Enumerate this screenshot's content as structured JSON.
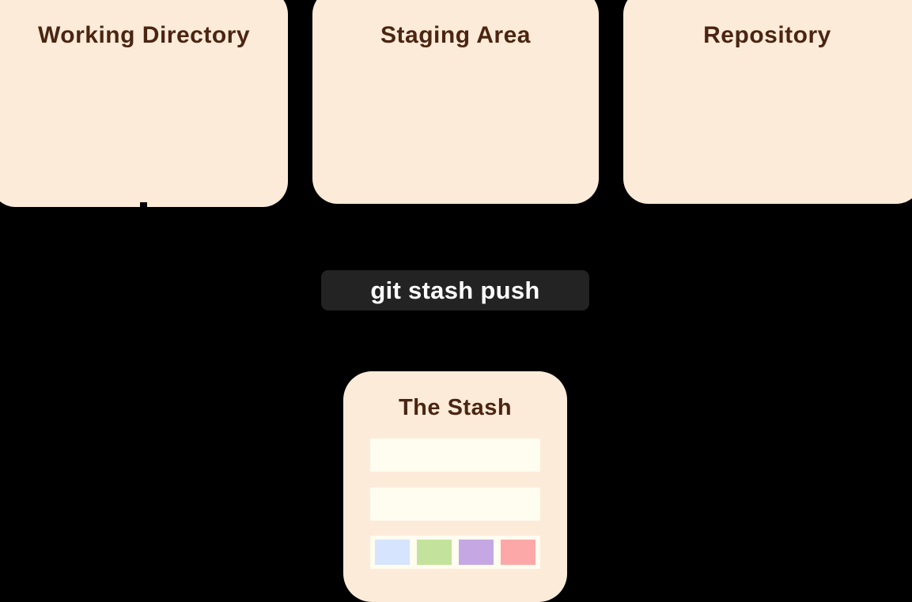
{
  "diagram": {
    "title_color": "#4A2511",
    "zone_fill": "#FDEBD9",
    "background": "#000000",
    "zones": [
      {
        "id": "working-directory",
        "label": "Working Directory"
      },
      {
        "id": "staging-area",
        "label": "Staging Area"
      },
      {
        "id": "repository",
        "label": "Repository"
      }
    ],
    "command": {
      "label": "git stash push",
      "background": "#232323",
      "text_color": "#FFFFFF"
    },
    "stash": {
      "label": "The Stash",
      "entry_fill": "#FFFCF0",
      "entries": [
        {
          "id": "stash-entry-1",
          "kind": "blank-row"
        },
        {
          "id": "stash-entry-2",
          "kind": "blank-row"
        }
      ],
      "chips": [
        {
          "id": "chip-blue",
          "color": "#D6E4FD"
        },
        {
          "id": "chip-green",
          "color": "#C3E39C"
        },
        {
          "id": "chip-purple",
          "color": "#C5A8E3"
        },
        {
          "id": "chip-red",
          "color": "#FCA8A8"
        }
      ]
    }
  }
}
